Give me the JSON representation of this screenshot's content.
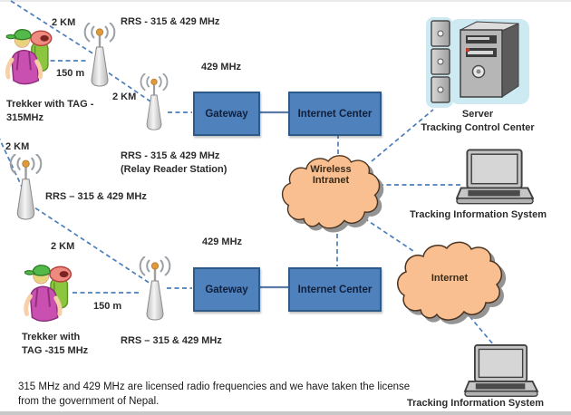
{
  "colors": {
    "accent_blue": "#4f81bd",
    "box_border": "#2e5a87",
    "link_blue": "#4a7ebb",
    "cloud_fill": "#f9bf90",
    "cloud_border": "#4a3421",
    "label_text": "#2b2b2b"
  },
  "nodes": {
    "gateway1": {
      "label": "Gateway"
    },
    "internet_center1": {
      "label": "Internet Center"
    },
    "gateway2": {
      "label": "Gateway"
    },
    "internet_center2": {
      "label": "Internet Center"
    },
    "wireless_cloud": {
      "line1": "Wireless",
      "line2": "Intranet"
    },
    "internet_cloud": {
      "label": "Internet"
    },
    "server": {
      "line1": "Server",
      "line2": "Tracking Control Center"
    },
    "tis_top": {
      "label": "Tracking Information System"
    },
    "tis_bottom": {
      "label": "Tracking Information System"
    }
  },
  "labels": {
    "top_2km": "2 KM",
    "rrs1": "RRS -  315 & 429 MHz",
    "dist150_top": "150 m",
    "trekker1_line1": "Trekker with TAG -",
    "trekker1_line2": "315MHz",
    "mid_2km": "2 KM",
    "freq429_top": "429 MHz",
    "rrs_relay_line1": "RRS  - 315 & 429 MHz",
    "rrs_relay_line2": "(Relay Reader Station)",
    "left_2km": "2 KM",
    "rrs3": "RRS – 315 & 429 MHz",
    "lower_2km": "2 KM",
    "dist150_bottom": "150 m",
    "trekker2_line1": "Trekker with",
    "trekker2_line2": "TAG -315 MHz",
    "rrs4": "RRS –  315 & 429 MHz",
    "freq429_bottom": "429 MHz"
  },
  "note": {
    "line1": "315 MHz and 429 MHz are licensed  radio frequencies and we have taken the license",
    "line2": "from the government of Nepal."
  }
}
